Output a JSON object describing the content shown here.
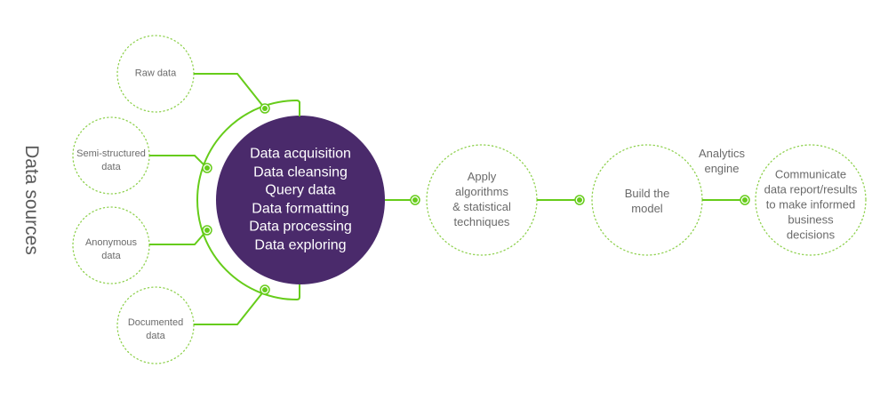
{
  "colors": {
    "accent": "#66cc1a",
    "center_fill": "#4a2a6b",
    "dotted": "#8fd14f",
    "text": "#6b6b6b"
  },
  "side_label": "Data sources",
  "sources": [
    {
      "id": "raw",
      "lines": [
        "Raw data"
      ]
    },
    {
      "id": "semi",
      "lines": [
        "Semi-structured",
        "data"
      ]
    },
    {
      "id": "anon",
      "lines": [
        "Anonymous",
        "data"
      ]
    },
    {
      "id": "doc",
      "lines": [
        "Documented",
        "data"
      ]
    }
  ],
  "center": {
    "items": [
      "Data acquisition",
      "Data cleansing",
      "Query data",
      "Data formatting",
      "Data processing",
      "Data exploring"
    ]
  },
  "steps": [
    {
      "id": "apply",
      "lines": [
        "Apply",
        "algorithms",
        "& statistical",
        "techniques"
      ]
    },
    {
      "id": "build",
      "lines": [
        "Build the",
        "model"
      ]
    },
    {
      "id": "communicate",
      "lines": [
        "Communicate",
        "data report/results",
        "to make informed",
        "business",
        "decisions"
      ]
    }
  ],
  "connector_label": {
    "lines": [
      "Analytics",
      "engine"
    ]
  }
}
